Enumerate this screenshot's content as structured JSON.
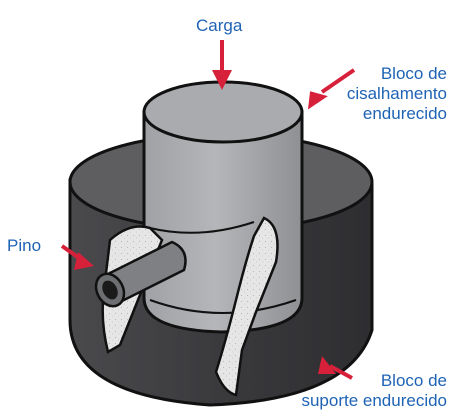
{
  "labels": {
    "load": "Carga",
    "shear_block": [
      "Bloco de",
      "cisalhamento",
      "endurecido"
    ],
    "pin": "Pino",
    "support_block": [
      "Bloco de",
      "suporte endurecido"
    ]
  },
  "colors": {
    "label_text": "#1f63b5",
    "arrow": "#d7203a",
    "outline": "#111111",
    "outer_block_side": "#3e3e41",
    "outer_block_top": "#6b6b6e",
    "inner_cylinder": "#a9abae",
    "cut_face": "#e4e4e4",
    "pin": "#7f8083"
  },
  "icons": {
    "arrow": "red-pointer-arrow"
  }
}
